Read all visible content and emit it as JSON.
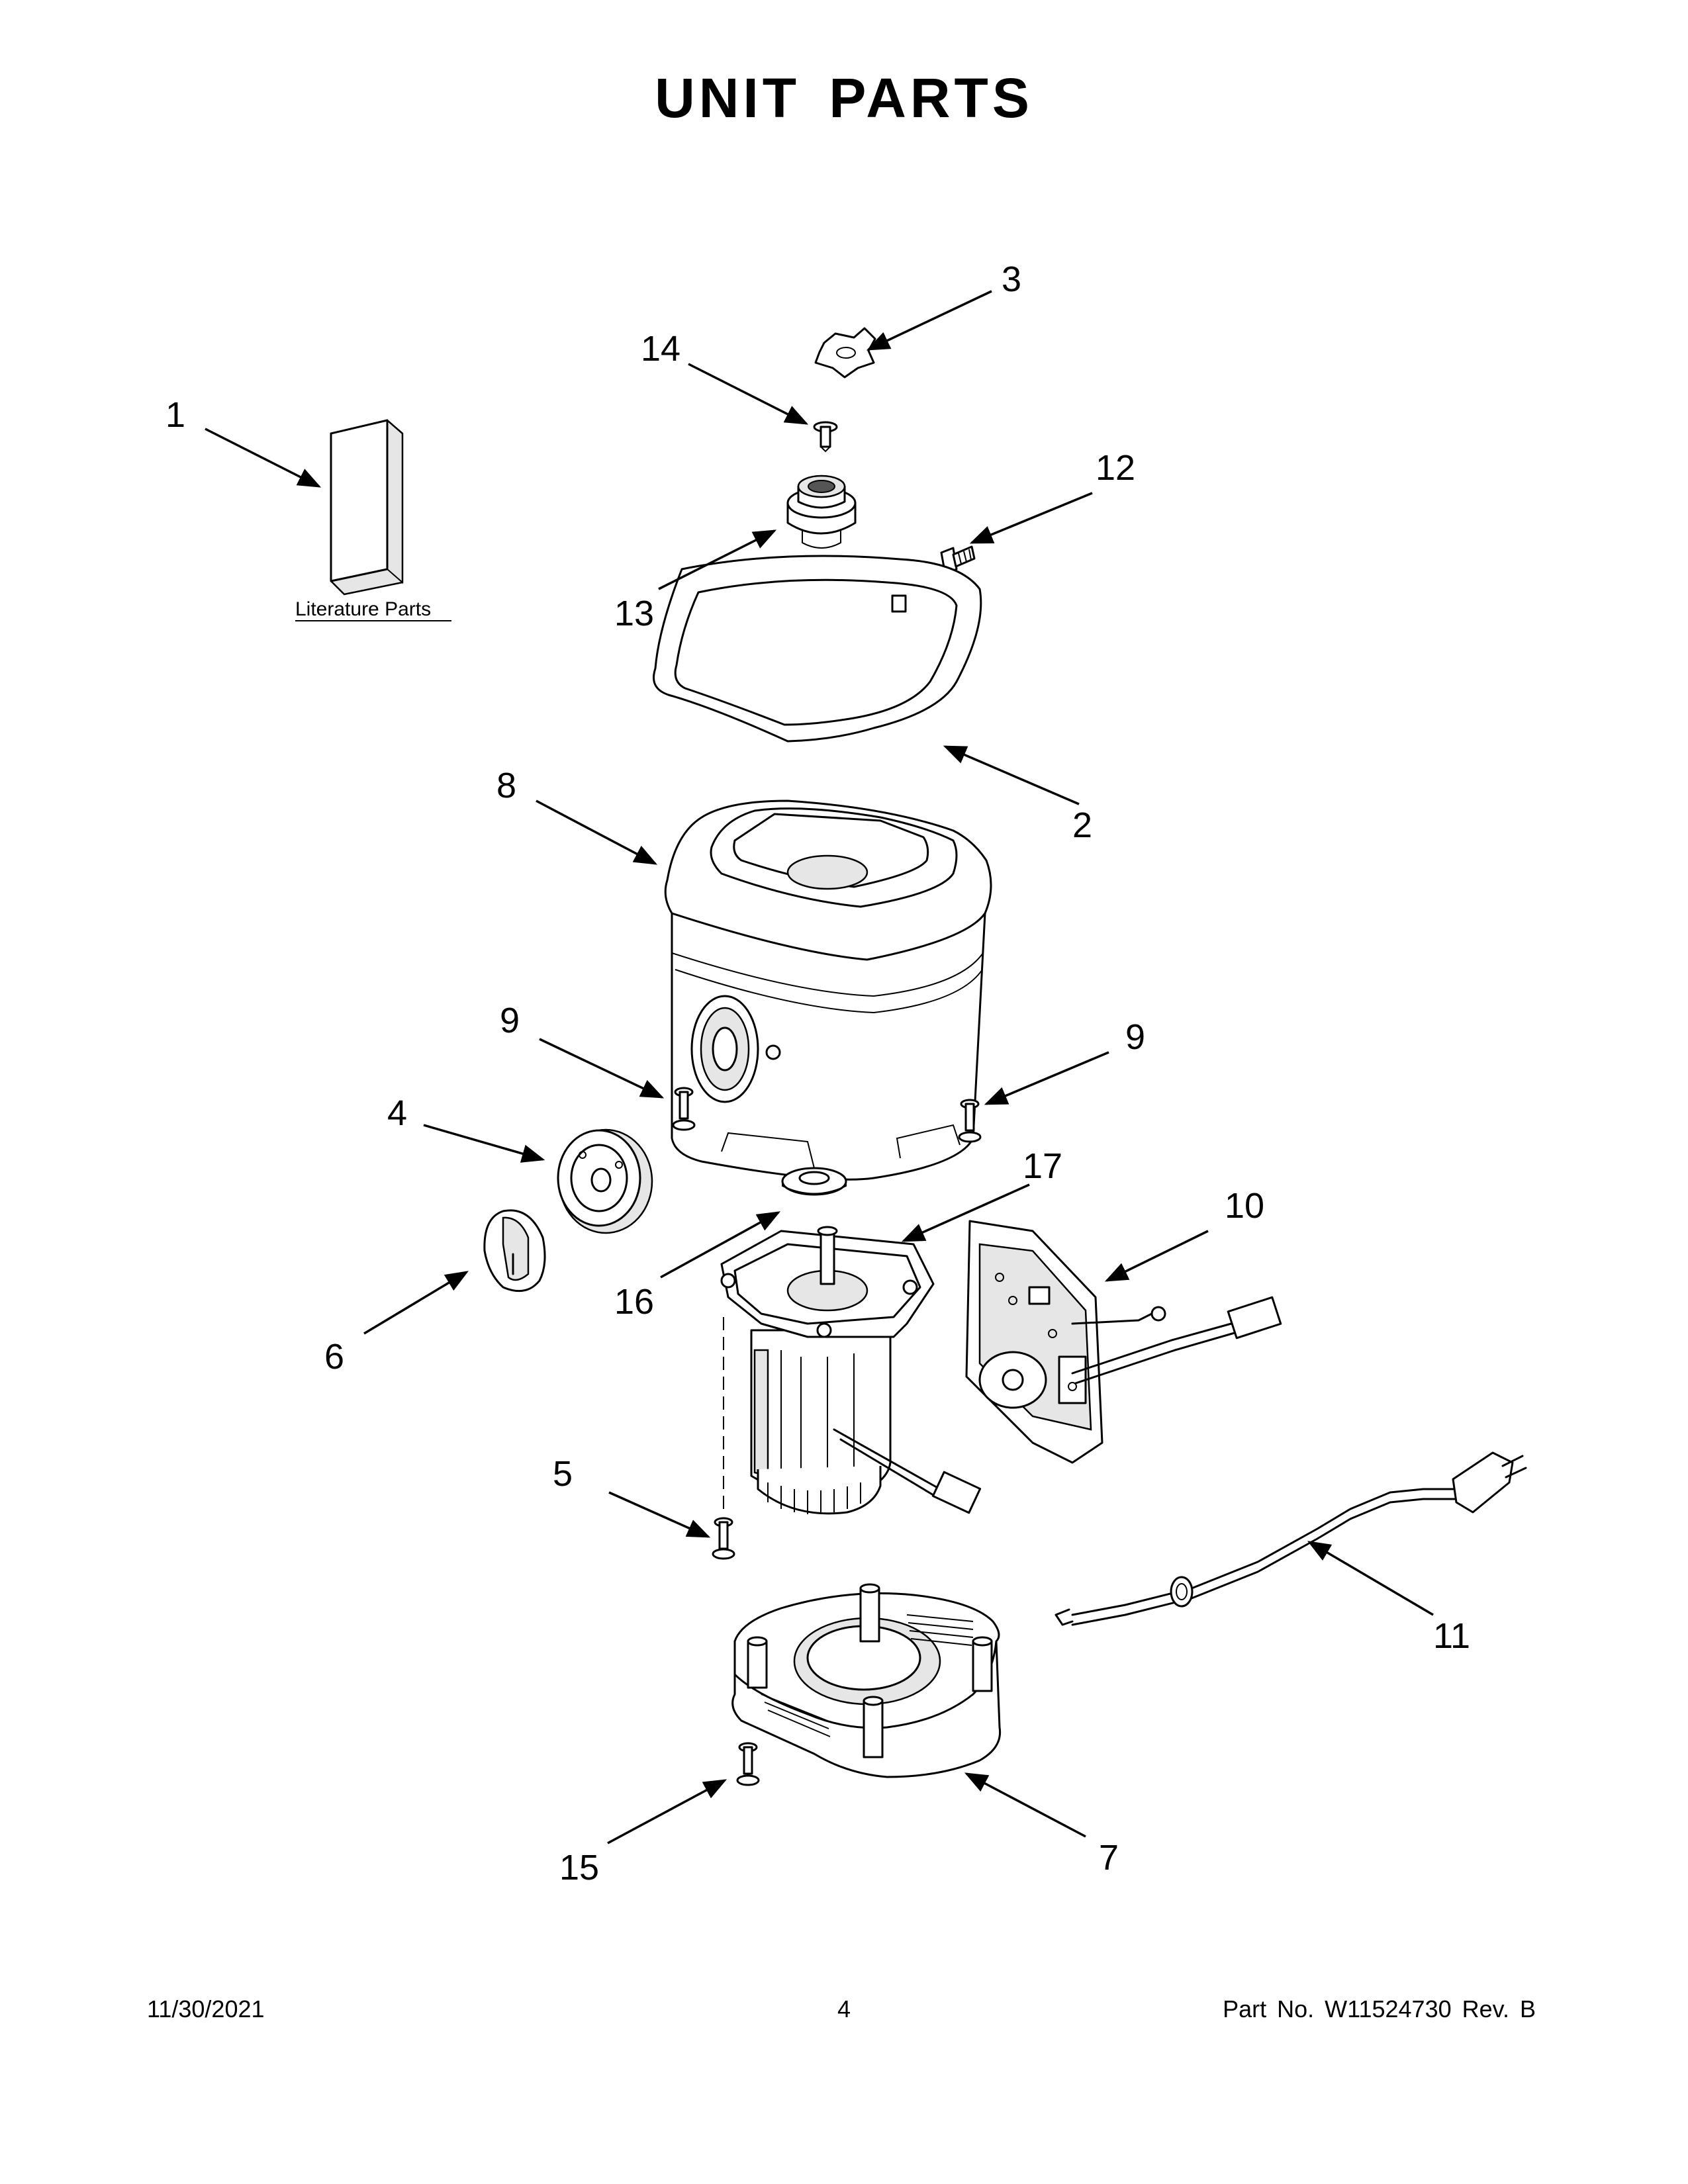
{
  "title": "UNIT PARTS",
  "literature_label": "Literature Parts",
  "callouts": {
    "c1": "1",
    "c2": "2",
    "c3": "3",
    "c4": "4",
    "c5": "5",
    "c6": "6",
    "c7": "7",
    "c8": "8",
    "c9a": "9",
    "c9b": "9",
    "c10": "10",
    "c11": "11",
    "c12": "12",
    "c13": "13",
    "c14": "14",
    "c15": "15",
    "c16": "16",
    "c17": "17"
  },
  "footer": {
    "date": "11/30/2021",
    "page": "4",
    "part": "Part No.  W11524730  Rev.  B"
  }
}
